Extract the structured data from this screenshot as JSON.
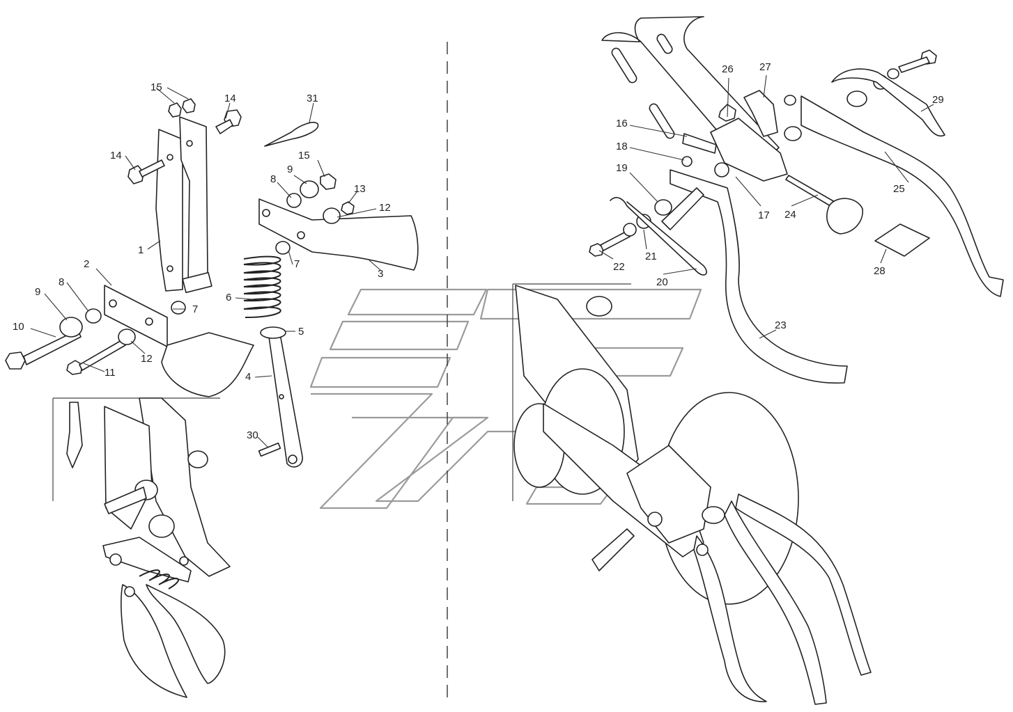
{
  "diagram": {
    "colors": {
      "line": "#222222",
      "watermark": "#9a9a9a",
      "background": "#ffffff"
    },
    "callouts": [
      {
        "id": "c1",
        "text": "1"
      },
      {
        "id": "c2",
        "text": "2"
      },
      {
        "id": "c3",
        "text": "3"
      },
      {
        "id": "c4",
        "text": "4"
      },
      {
        "id": "c5",
        "text": "5"
      },
      {
        "id": "c6",
        "text": "6"
      },
      {
        "id": "c7a",
        "text": "7"
      },
      {
        "id": "c7b",
        "text": "7"
      },
      {
        "id": "c8a",
        "text": "8"
      },
      {
        "id": "c8b",
        "text": "8"
      },
      {
        "id": "c9a",
        "text": "9"
      },
      {
        "id": "c9b",
        "text": "9"
      },
      {
        "id": "c10",
        "text": "10"
      },
      {
        "id": "c11",
        "text": "11"
      },
      {
        "id": "c12a",
        "text": "12"
      },
      {
        "id": "c12b",
        "text": "12"
      },
      {
        "id": "c13",
        "text": "13"
      },
      {
        "id": "c14a",
        "text": "14"
      },
      {
        "id": "c14b",
        "text": "14"
      },
      {
        "id": "c15a",
        "text": "15"
      },
      {
        "id": "c15b",
        "text": "15"
      },
      {
        "id": "c16",
        "text": "16"
      },
      {
        "id": "c17",
        "text": "17"
      },
      {
        "id": "c18",
        "text": "18"
      },
      {
        "id": "c19",
        "text": "19"
      },
      {
        "id": "c20",
        "text": "20"
      },
      {
        "id": "c21",
        "text": "21"
      },
      {
        "id": "c22",
        "text": "22"
      },
      {
        "id": "c23",
        "text": "23"
      },
      {
        "id": "c24",
        "text": "24"
      },
      {
        "id": "c25",
        "text": "25"
      },
      {
        "id": "c26",
        "text": "26"
      },
      {
        "id": "c27",
        "text": "27"
      },
      {
        "id": "c28",
        "text": "28"
      },
      {
        "id": "c29",
        "text": "29"
      },
      {
        "id": "c30",
        "text": "30"
      },
      {
        "id": "c31",
        "text": "31"
      }
    ]
  }
}
